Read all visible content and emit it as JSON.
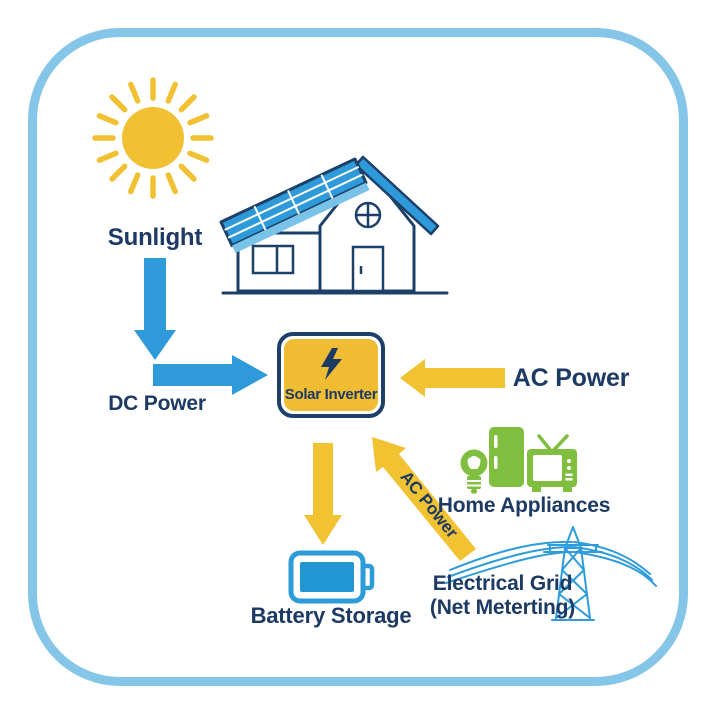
{
  "colors": {
    "border_blue": "#85C6E8",
    "navy_text": "#1C3A63",
    "house_navy": "#1D4068",
    "arrow_blue": "#2E9AD9",
    "panel_blue": "#2E9AD9",
    "sun_yellow": "#F2C133",
    "arrow_yellow": "#F1C232",
    "inverter_yellow": "#F0BC33",
    "appliance_green": "#7FBE3F",
    "battery_blue": "#2196D3",
    "battery_outline_blue": "#2B9CD8",
    "grid_line_blue": "#2D9CDB"
  },
  "nodes": {
    "sunlight": {
      "label": "Sunlight"
    },
    "solar_inverter": {
      "label": "Solar Inverter"
    },
    "battery_storage": {
      "label": "Battery Storage"
    },
    "home_appliances": {
      "label": "Home Appliances"
    },
    "electrical_grid": {
      "label_line1": "Electrical Grid",
      "label_line2": "(Net Meterting)"
    }
  },
  "arrows": {
    "dc_power": {
      "label": "DC Power"
    },
    "ac_power": {
      "label": "AC Power"
    },
    "ac_power_from_grid": {
      "label": "AC Power"
    }
  }
}
